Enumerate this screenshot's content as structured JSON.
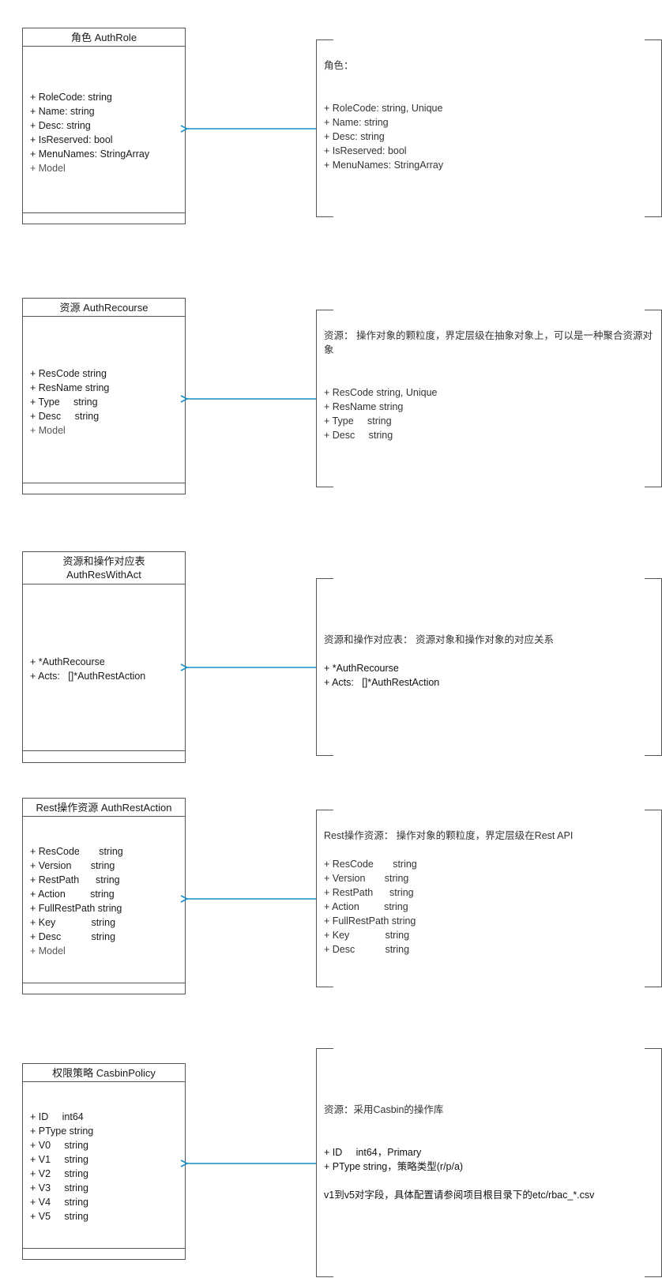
{
  "classes": [
    {
      "title": "角色 AuthRole",
      "fields": [
        "+ RoleCode: string",
        "+ Name: string",
        "+ Desc: string",
        "+ IsReserved: bool",
        "+ MenuNames: StringArray"
      ],
      "muted_field": "+ Model"
    },
    {
      "title": "资源 AuthRecourse",
      "fields": [
        "+ ResCode string",
        "+ ResName string",
        "+ Type     string",
        "+ Desc     string"
      ],
      "muted_field": "+ Model"
    },
    {
      "title_line1": "资源和操作对应表",
      "title_line2": "AuthResWithAct",
      "fields": [
        "+ *AuthRecourse",
        "+ Acts:   []*AuthRestAction"
      ]
    },
    {
      "title": "Rest操作资源 AuthRestAction",
      "fields": [
        "+ ResCode       string",
        "+ Version       string",
        "+ RestPath      string",
        "+ Action         string",
        "+ FullRestPath string",
        "+ Key             string",
        "+ Desc           string"
      ],
      "muted_field": "+ Model"
    },
    {
      "title": "权限策略 CasbinPolicy",
      "fields": [
        "+ ID     int64",
        "+ PType string",
        "+ V0     string",
        "+ V1     string",
        "+ V2     string",
        "+ V3     string",
        "+ V4     string",
        "+ V5     string"
      ]
    }
  ],
  "notes": [
    {
      "heading": "角色：",
      "lines": [
        "+ RoleCode: string, Unique",
        "+ Name: string",
        "+ Desc: string",
        "+ IsReserved: bool",
        "+ MenuNames: StringArray"
      ]
    },
    {
      "heading": "资源： 操作对象的颗粒度，界定层级在抽象对象上，可以是一种聚合资源对象",
      "lines": [
        "+ ResCode string, Unique",
        "+ ResName string",
        "+ Type     string",
        "+ Desc     string"
      ]
    },
    {
      "heading": "资源和操作对应表： 资源对象和操作对象的对应关系",
      "lines": [
        "+ *AuthRecourse",
        "+ Acts:   []*AuthRestAction"
      ]
    },
    {
      "heading": "Rest操作资源： 操作对象的颗粒度，界定层级在Rest API",
      "lines": [
        "+ ResCode       string",
        "+ Version       string",
        "+ RestPath      string",
        "+ Action         string",
        "+ FullRestPath string",
        "+ Key             string",
        "+ Desc           string"
      ]
    },
    {
      "heading": "资源：采用Casbin的操作库",
      "lines": [
        "+ ID     int64，Primary",
        "+ PType string，策略类型(r/p/a)"
      ],
      "footer": "v1到v5对字段，具体配置请参阅项目根目录下的etc/rbac_*.csv"
    }
  ]
}
